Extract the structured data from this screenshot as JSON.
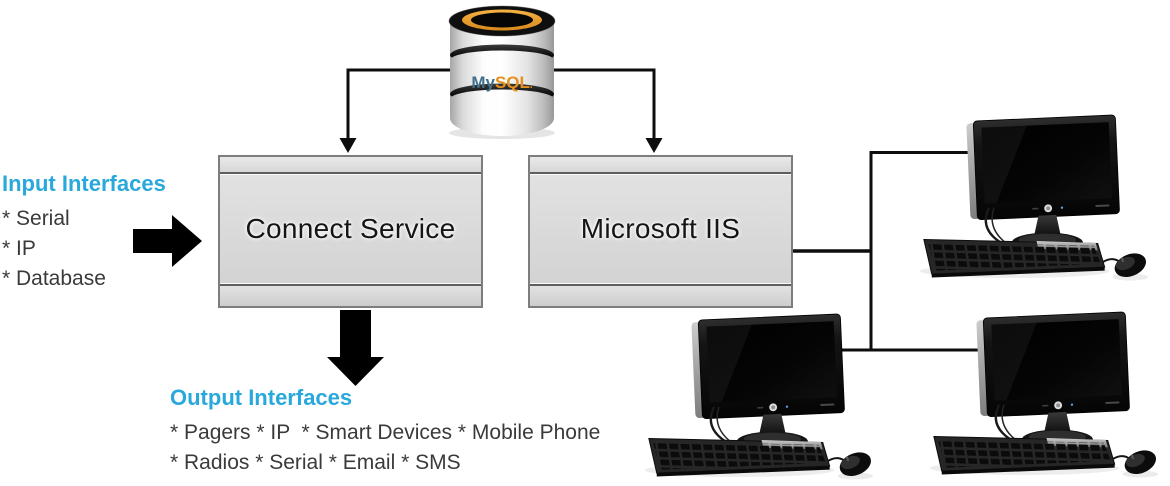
{
  "meta": {
    "type": "system-architecture-diagram",
    "background": "#ffffff"
  },
  "colors": {
    "heading_accent": "#29a8dc",
    "body_text": "#3a3a3a",
    "node_fill": "#d9d9d9",
    "node_border": "#7d7d7d",
    "connector": "#0d0d0d",
    "mysql_blue": "#42718e",
    "mysql_orange": "#e8901c",
    "mysql_ring_orange": "#efa93c"
  },
  "database": {
    "icon": "mysql-cylinder-icon",
    "logo_my": "My",
    "logo_sql": "SQL",
    "logo_dot": "."
  },
  "nodes": {
    "connect_service": {
      "label": "Connect Service"
    },
    "microsoft_iis": {
      "label": "Microsoft IIS"
    }
  },
  "input": {
    "heading": "Input Interfaces",
    "items": [
      "* Serial",
      "* IP",
      "* Database"
    ]
  },
  "output": {
    "heading": "Output Interfaces",
    "lines": [
      "* Pagers * IP  * Smart Devices * Mobile Phone",
      "* Radios * Serial * Email * SMS"
    ]
  },
  "clients": {
    "icon": "desktop-workstation-icon",
    "count": 3
  }
}
